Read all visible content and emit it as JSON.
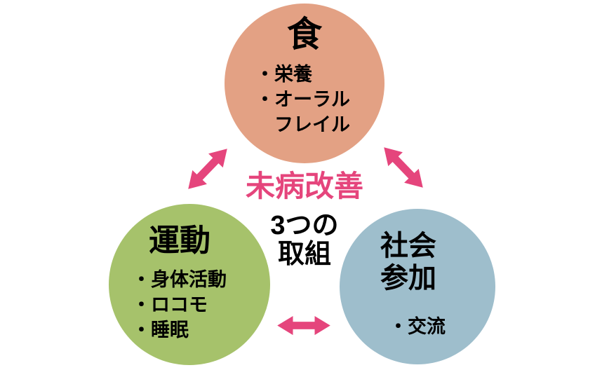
{
  "center": {
    "headline": "未病改善",
    "subtitle": "3つの\n取組"
  },
  "circles": {
    "food": {
      "title": "食",
      "items": [
        "・栄養",
        "・オーラル",
        "　フレイル"
      ]
    },
    "exercise": {
      "title": "運動",
      "items": [
        "・身体活動",
        "・ロコモ",
        "・睡眠"
      ]
    },
    "social": {
      "title": "社会\n参加",
      "items": [
        "・交流"
      ]
    }
  },
  "colors": {
    "food_circle": "#E3A184",
    "exercise_circle": "#A6C26B",
    "social_circle": "#9EBECC",
    "arrow": "#E5457C",
    "headline": "#E5457C"
  }
}
